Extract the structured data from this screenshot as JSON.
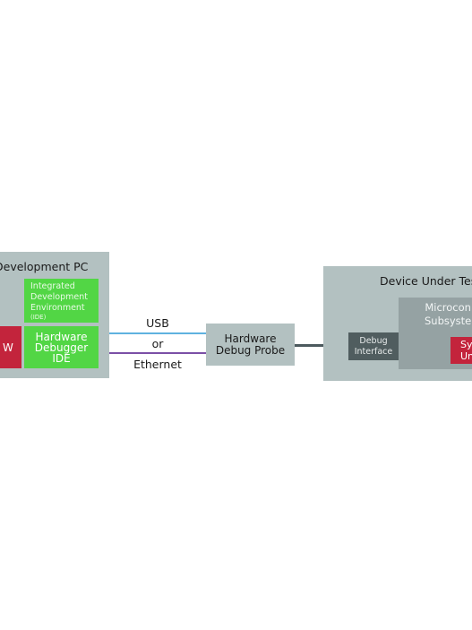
{
  "dev_pc": {
    "title": "Development PC",
    "ide_box": {
      "line1": "Integrated",
      "line2": "Development",
      "line3": "Environment",
      "line4": "(IDE)"
    },
    "debugger_box": {
      "line1": "Hardware",
      "line2": "Debugger",
      "line3": "IDE"
    },
    "sw_box": {
      "label": "W"
    }
  },
  "links": {
    "usb": "USB",
    "or": "or",
    "ethernet": "Ethernet"
  },
  "probe": {
    "line1": "Hardware",
    "line2": "Debug Probe"
  },
  "dut": {
    "title": "Device Under Tes",
    "debug_interface": {
      "line1": "Debug",
      "line2": "Interface"
    },
    "mcu": {
      "line1": "Microcon",
      "line2": "Subsyste"
    },
    "system": {
      "line1": "Sy",
      "line2": "Und"
    }
  },
  "colors": {
    "panel": "#b3c1c1",
    "green": "#52d645",
    "red": "#c3243c",
    "usb_line": "#5fb2e0",
    "ethernet_line": "#7b4fa6",
    "connector": "#4c5a5e",
    "dark_box": "#505d5f",
    "mcu_box": "#95a2a3"
  }
}
